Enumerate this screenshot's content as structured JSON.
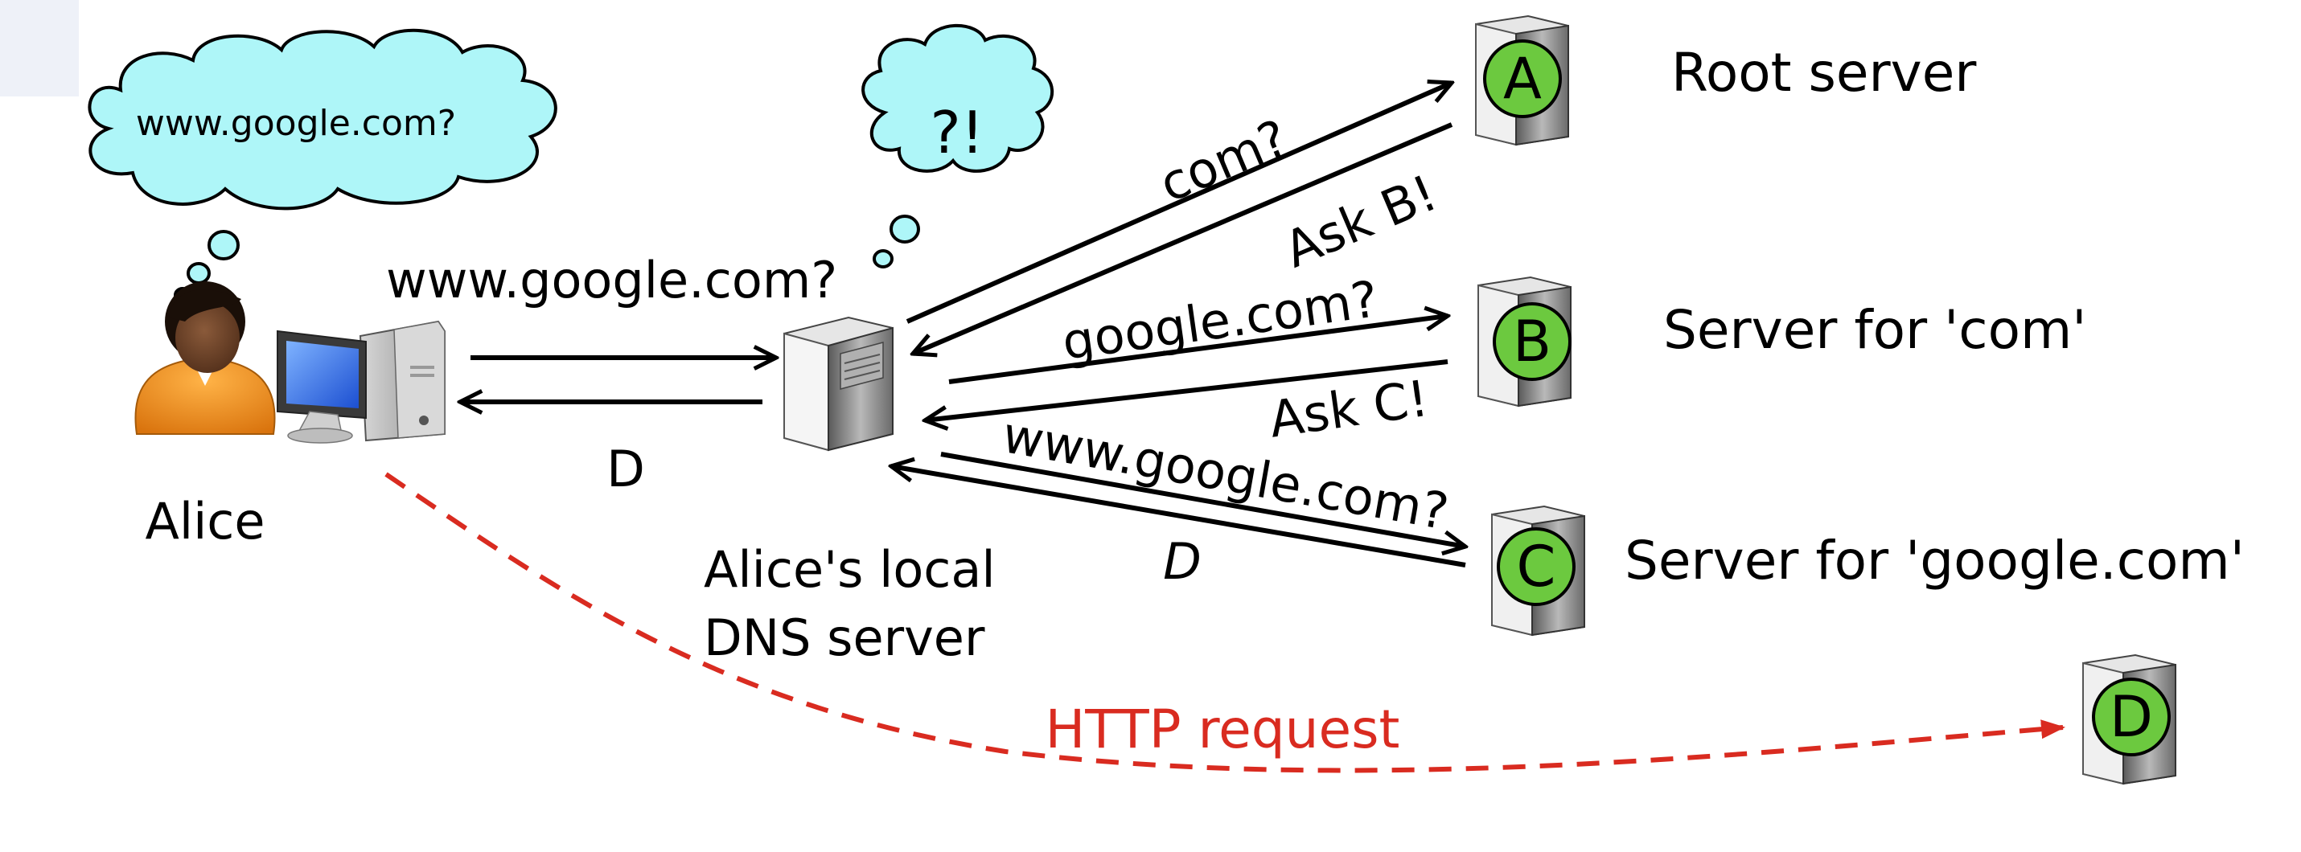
{
  "alice": {
    "name": "Alice",
    "thought": "www.google.com?"
  },
  "local_dns": {
    "label_line1": "Alice's local",
    "label_line2": "DNS server",
    "thought": "?!"
  },
  "servers": [
    {
      "letter": "A",
      "description": "Root server"
    },
    {
      "letter": "B",
      "description": "Server for 'com'"
    },
    {
      "letter": "C",
      "description": "Server for 'google.com'"
    },
    {
      "letter": "D",
      "description": ""
    }
  ],
  "messages": {
    "client_query": "www.google.com?",
    "client_answer": "D",
    "query_root": "com?",
    "reply_root": "Ask B!",
    "query_com": "google.com?",
    "reply_com": "Ask C!",
    "query_google": "www.google.com?",
    "reply_google": "D",
    "http": "HTTP request"
  },
  "colors": {
    "cloud_fill": "#aef6f8",
    "server_badge": "#6cc93f",
    "http_arrow": "#d92b20",
    "text": "#000000"
  }
}
